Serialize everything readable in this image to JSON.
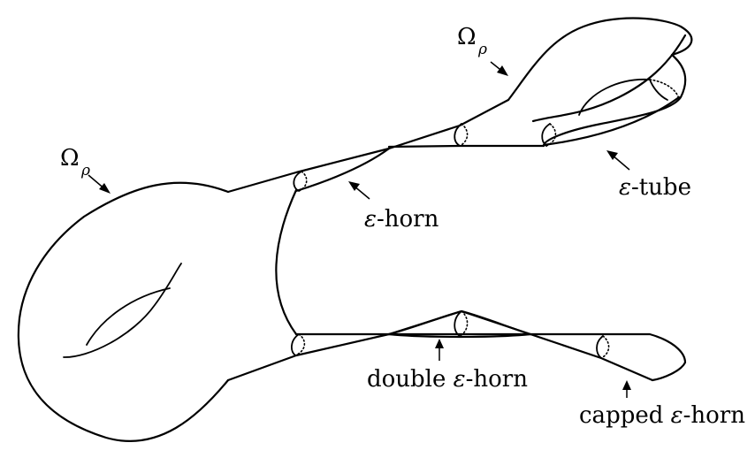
{
  "labels": {
    "omega_symbol": "Ω",
    "rho_subscript": "ρ",
    "epsilon": "ε",
    "horn_suffix": "-horn",
    "tube_suffix": "-tube",
    "double_prefix": "double ",
    "capped_prefix": "capped "
  },
  "colors": {
    "stroke": "#000000",
    "background": "#ffffff"
  }
}
